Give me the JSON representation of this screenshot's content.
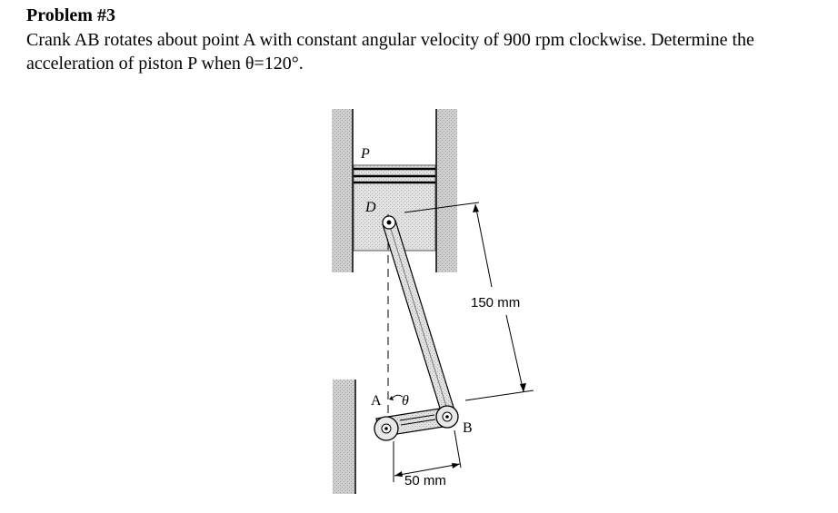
{
  "problem": {
    "title": "Problem #3",
    "text": "Crank AB rotates about point A with constant angular velocity of 900 rpm clockwise. Determine the acceleration of piston P when θ=120°."
  },
  "figure": {
    "label_p": "P",
    "label_d": "D",
    "label_a": "A",
    "label_theta": "θ",
    "label_b": "B",
    "dim_rod": "150 mm",
    "dim_crank": "50 mm"
  },
  "colors": {
    "text": "#000000",
    "wall_fill": "#c8c8c8",
    "piston_fill": "#d6d6d6",
    "rod_fill": "#d0d0d0"
  }
}
